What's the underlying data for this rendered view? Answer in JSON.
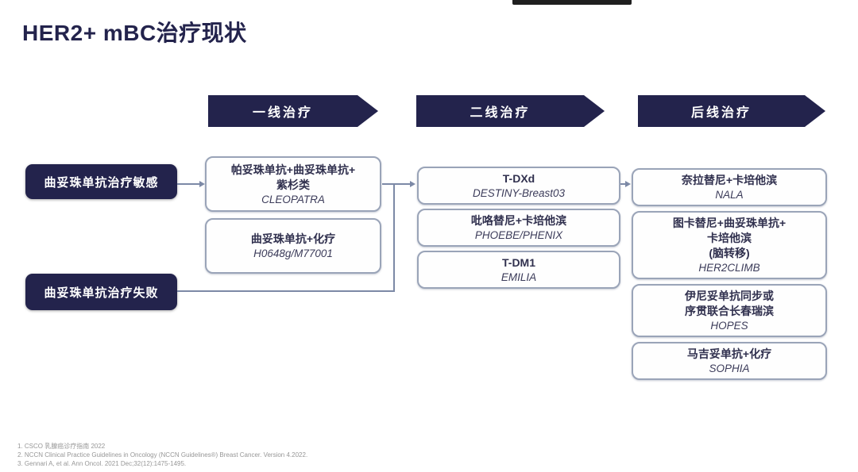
{
  "title": "HER2+ mBC治疗现状",
  "stages": [
    "一线治疗",
    "二线治疗",
    "后线治疗"
  ],
  "groups": [
    {
      "label": "曲妥珠单抗治疗敏感"
    },
    {
      "label": "曲妥珠单抗治疗失败"
    }
  ],
  "columns": [
    {
      "stage": "一线治疗",
      "boxes": [
        {
          "lines": [
            "帕妥珠单抗+曲妥珠单抗+",
            "紫杉类"
          ],
          "trial": "CLEOPATRA"
        },
        {
          "lines": [
            "曲妥珠单抗+化疗"
          ],
          "trial": "H0648g/M77001"
        }
      ]
    },
    {
      "stage": "二线治疗",
      "boxes": [
        {
          "lines": [
            "T-DXd"
          ],
          "trial": "DESTINY-Breast03"
        },
        {
          "lines": [
            "吡咯替尼+卡培他滨"
          ],
          "trial": "PHOEBE/PHENIX"
        },
        {
          "lines": [
            "T-DM1"
          ],
          "trial": "EMILIA"
        }
      ]
    },
    {
      "stage": "后线治疗",
      "boxes": [
        {
          "lines": [
            "奈拉替尼+卡培他滨"
          ],
          "trial": "NALA"
        },
        {
          "lines": [
            "图卡替尼+曲妥珠单抗+",
            "卡培他滨",
            "(脑转移)"
          ],
          "trial": "HER2CLIMB"
        },
        {
          "lines": [
            "伊尼妥单抗同步或",
            "序贯联合长春瑞滨"
          ],
          "trial": "HOPES"
        },
        {
          "lines": [
            "马吉妥单抗+化疗"
          ],
          "trial": "SOPHIA"
        }
      ]
    }
  ],
  "footnotes": [
    "1. CSCO 乳腺癌诊疗指南 2022",
    "2. NCCN Clinical Practice Guidelines in Oncology (NCCN Guidelines®) Breast Cancer. Version 4.2022.",
    "3. Gennari A, et al. Ann Oncol. 2021 Dec;32(12):1475-1495."
  ],
  "colors": {
    "navy": "#23234c",
    "box_border": "#9aa4b8",
    "connector": "#7c89a6",
    "text": "#30304e"
  }
}
